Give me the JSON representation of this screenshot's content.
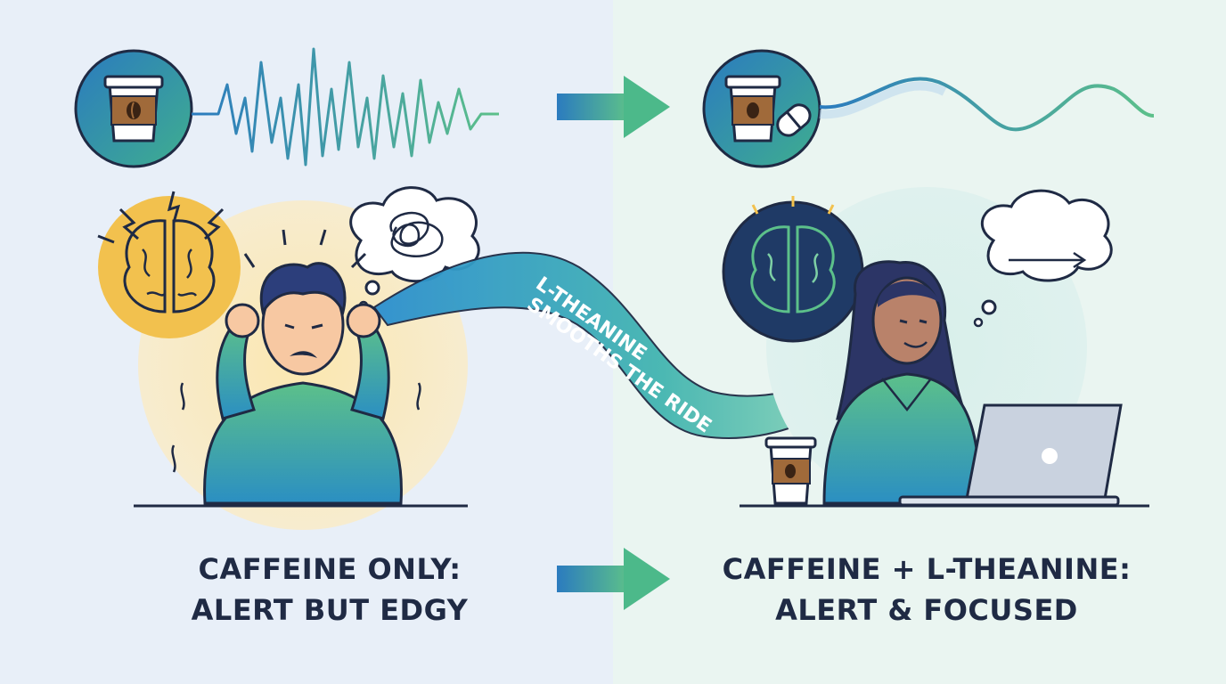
{
  "left_panel": {
    "caption_line1": "CAFFEINE ONLY:",
    "caption_line2": "ALERT BUT EDGY"
  },
  "right_panel": {
    "caption_line1": "CAFFEINE + L-THEANINE:",
    "caption_line2": "ALERT & FOCUSED"
  },
  "ribbon": {
    "line1": "L-THEANINE",
    "line2": "SMOOTHS THE RIDE"
  },
  "colors": {
    "left_bg": "#e8eff8",
    "right_bg": "#eaf5f1",
    "accent_blue": "#2b7bbf",
    "accent_green": "#5cc08a",
    "outline": "#1f2a44",
    "stress_yellow": "#f2c14e"
  },
  "icons": [
    "coffee-cup-icon",
    "pill-icon",
    "brain-icon",
    "thought-bubble-icon",
    "laptop-icon",
    "arrow-right-icon"
  ]
}
